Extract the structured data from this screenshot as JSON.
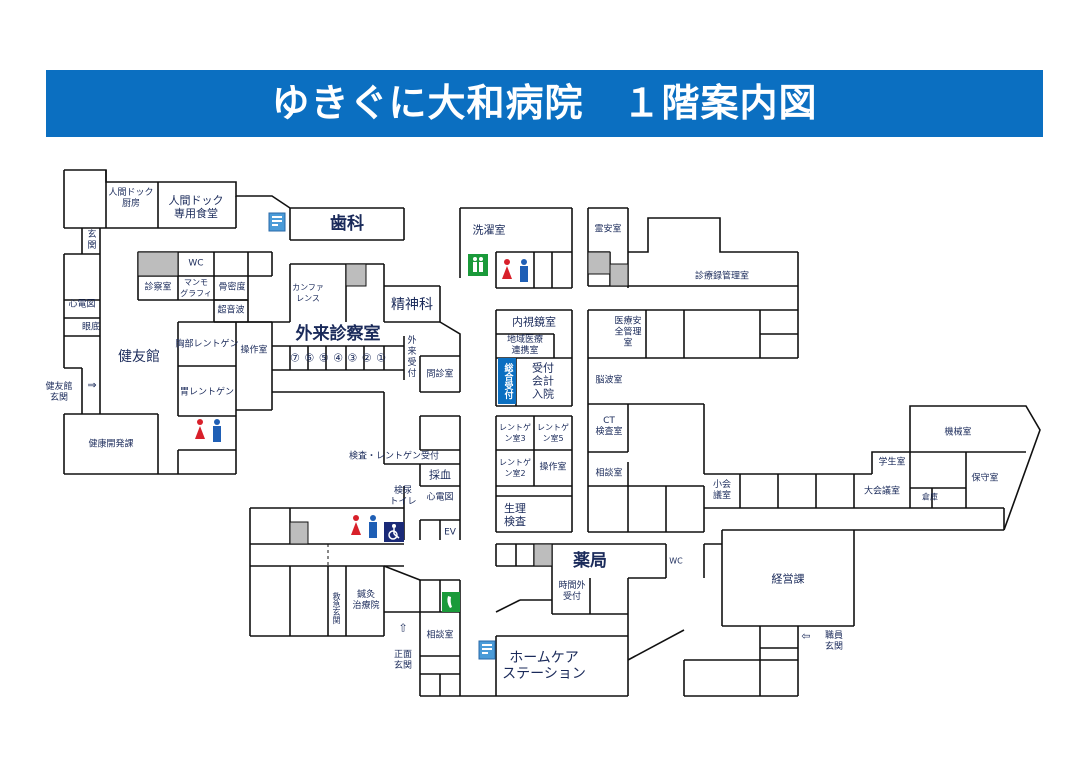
{
  "title": "ゆきぐに大和病院　１階案内図",
  "rooms": {
    "dock_kitchen": "人間ドック\n厨房",
    "dock_dining": "人間ドック\n専用食堂",
    "dental": "歯科",
    "laundry": "洗濯室",
    "morgue": "霊安室",
    "records": "診療録管理室",
    "entrance_small": "玄\n関",
    "wc_upper": "WC",
    "exam_room": "診察室",
    "mammography": "マンモ\nグラフィ",
    "bone_density": "骨密度",
    "ecg_left": "心電図",
    "echo": "超音波",
    "endo_room": "眼底",
    "conference": "カンファ\nレンス",
    "psychiatry": "精神科",
    "outpatient": "外来診察室",
    "room_numbers": "⑦ ⑥ ⑤ ④ ③ ② ①",
    "outpatient_reception": "外\n来\n受\n付",
    "interview": "問診室",
    "chest_xray": "胸部レントゲン",
    "operation_room": "操作室",
    "kenyukan": "健友館",
    "kenyukan_entrance": "健友館\n玄関",
    "stomach_xray": "胃レントゲン",
    "health_dev": "健康開発課",
    "endoscopy": "内視鏡室",
    "regional": "地域医療\n連携室",
    "general_reception": "総合受付",
    "reception_payment": "受付\n会計\n入院",
    "medical_safety": "医療安\n全管理\n室",
    "eeg": "脳波室",
    "ct": "CT\n検査室",
    "consult_right": "相談室",
    "xray3": "レントゲ\nン室3",
    "xray5": "レントゲ\nン室5",
    "xray2": "レントゲ\nン室2",
    "op_room2": "操作室",
    "physio": "生理\n検査",
    "exam_xray_reception": "検査・レントゲン受付",
    "blood": "採血",
    "urine_toilet": "検尿\nトイレ",
    "ecg": "心電図",
    "ev": "EV",
    "pharmacy": "薬局",
    "wc_pharmacy": "WC",
    "afterhours": "時間外\n受付",
    "emergency_entrance": "救急玄関",
    "acupuncture": "鍼灸\n治療院",
    "main_entrance": "正面\n玄関",
    "consult_left": "相談室",
    "homecare": "ホームケア\nステーション",
    "small_meeting": "小会\n議室",
    "student": "学生室",
    "big_meeting": "大会議室",
    "storage": "倉庫",
    "machine": "機械室",
    "guard": "保守室",
    "management": "経営課",
    "staff_entrance": "職員\n玄関"
  },
  "arrows": {
    "right": "⇒",
    "up": "⇧",
    "left": "⇦"
  },
  "icons": [
    "toilet-icon",
    "elevator-icon",
    "wheelchair-icon",
    "phone-icon",
    "info-board-icon"
  ],
  "colors": {
    "banner": "#0b6fc1",
    "line": "#111111",
    "gray": "#bdbdbd",
    "male": "#1f5fb5",
    "female": "#d8202a",
    "green": "#1a9a3a"
  }
}
